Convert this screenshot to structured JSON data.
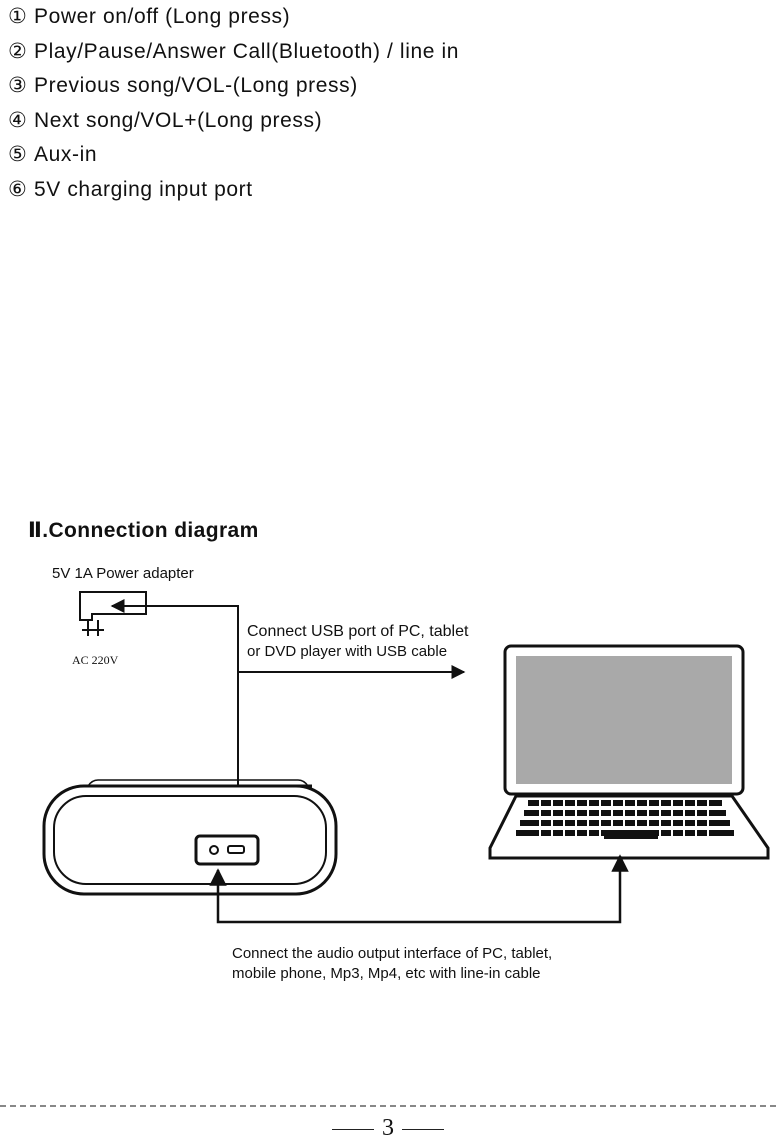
{
  "features": [
    {
      "num": "①",
      "text": "Power on/off (Long press)"
    },
    {
      "num": "②",
      "text": "Play/Pause/Answer Call(Bluetooth) /  line in"
    },
    {
      "num": "③",
      "text": "Previous song/VOL-(Long press)"
    },
    {
      "num": "④",
      "text": "Next song/VOL+(Long press)"
    },
    {
      "num": "⑤",
      "text": "Aux-in"
    },
    {
      "num": "⑥",
      "text": "5V charging input port"
    }
  ],
  "section": {
    "title": "Ⅱ.Connection diagram"
  },
  "diagram": {
    "adapter_label": "5V  1A Power adapter",
    "ac_label": "AC 220V",
    "usb_note_line1": "Connect USB port of PC, tablet",
    "usb_note_line2": "or DVD player with USB cable",
    "audio_note_line1": "Connect the audio output interface of PC, tablet,",
    "audio_note_line2": "mobile phone, Mp3, Mp4, etc with line-in cable"
  },
  "footer": {
    "page_number": "3"
  }
}
